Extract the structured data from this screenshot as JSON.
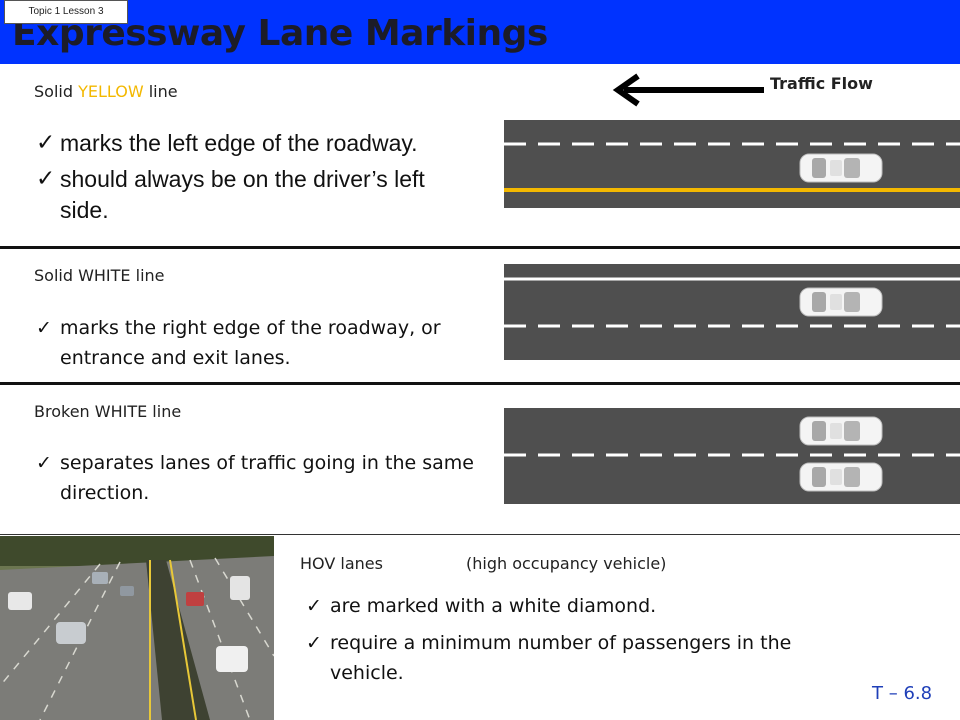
{
  "header": {
    "title": "Expressway Lane Markings",
    "topic_label": "Topic 1 Lesson 3"
  },
  "traffic_flow_label": "Traffic Flow",
  "sections": [
    {
      "heading_pre": "Solid ",
      "heading_highlight": "YELLOW",
      "heading_post": " line",
      "bullets": [
        "marks the left edge of the roadway.",
        "should always be on the driver’s left side."
      ]
    },
    {
      "heading": "Solid WHITE line",
      "bullets": [
        "marks the right edge of the roadway, or entrance and exit lanes."
      ]
    },
    {
      "heading": "Broken WHITE line",
      "bullets": [
        "separates lanes of traffic going in  the same direction."
      ]
    }
  ],
  "hov": {
    "heading": "HOV lanes",
    "subheading": "(high occupancy vehicle)",
    "bullets": [
      "are marked with a white diamond.",
      "require a minimum number of passengers in the vehicle."
    ]
  },
  "check_glyph": "✓",
  "slide_number": "T – 6.8",
  "colors": {
    "header_blue": "#0033ff",
    "yellow_line": "#f3b800",
    "road": "#4f4f4f",
    "slide_number": "#1f3fb8"
  },
  "icons": {
    "arrow": "left-arrow-icon",
    "car": "car-icon",
    "photo": "highway-photo"
  }
}
